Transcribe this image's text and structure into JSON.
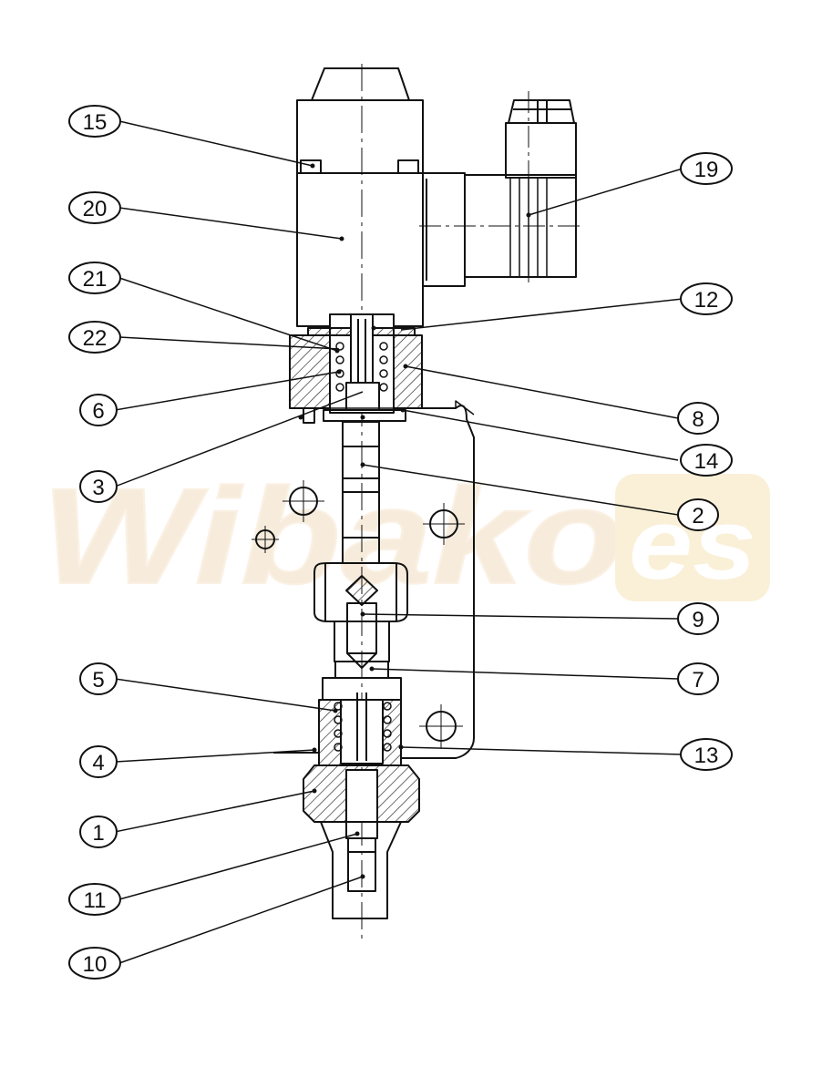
{
  "watermark": {
    "text": "Wibako",
    "mark": "es",
    "color": "#f2dcc0"
  },
  "colors": {
    "line": "#111111",
    "hatch": "#222222",
    "balloon_fill": "#ffffff"
  },
  "balloons": [
    {
      "id": "b15",
      "label": "15"
    },
    {
      "id": "b20",
      "label": "20"
    },
    {
      "id": "b21",
      "label": "21"
    },
    {
      "id": "b22",
      "label": "22"
    },
    {
      "id": "b6",
      "label": "6"
    },
    {
      "id": "b3",
      "label": "3"
    },
    {
      "id": "b5",
      "label": "5"
    },
    {
      "id": "b4",
      "label": "4"
    },
    {
      "id": "b1",
      "label": "1"
    },
    {
      "id": "b11",
      "label": "11"
    },
    {
      "id": "b10",
      "label": "10"
    },
    {
      "id": "b19",
      "label": "19"
    },
    {
      "id": "b12",
      "label": "12"
    },
    {
      "id": "b8",
      "label": "8"
    },
    {
      "id": "b14",
      "label": "14"
    },
    {
      "id": "b2",
      "label": "2"
    },
    {
      "id": "b9",
      "label": "9"
    },
    {
      "id": "b7",
      "label": "7"
    },
    {
      "id": "b13",
      "label": "13"
    }
  ]
}
